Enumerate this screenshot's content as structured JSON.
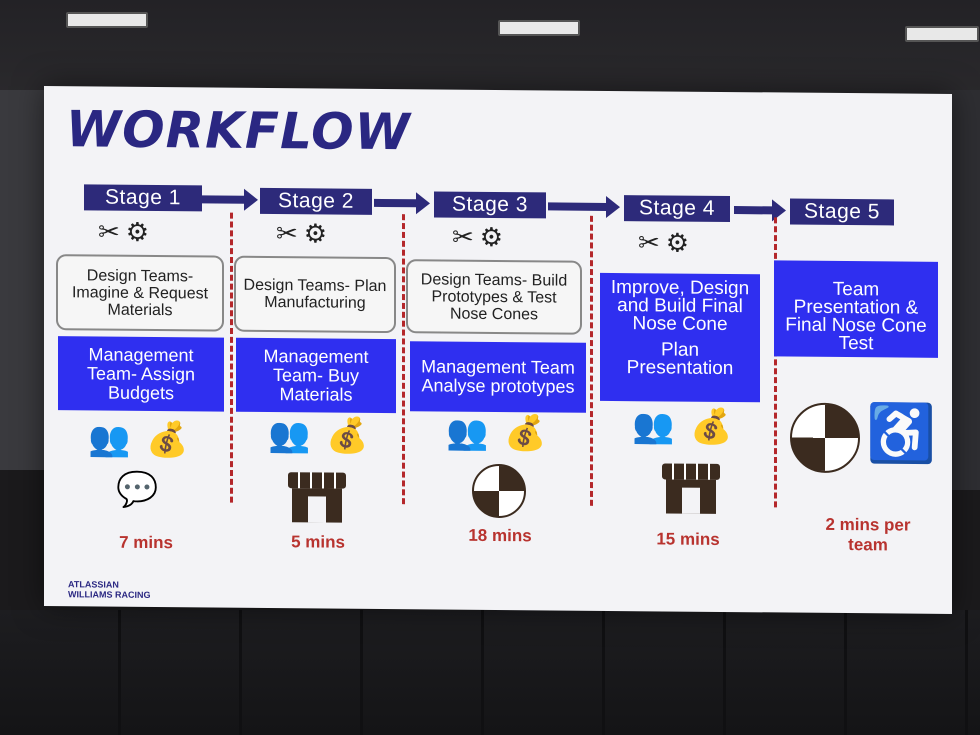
{
  "title": "WORKFLOW",
  "logo": {
    "line1": "ATLASSIAN",
    "line2": "WILLIAMS RACING"
  },
  "stages": [
    {
      "label": "Stage 1",
      "design": "Design Teams- Imagine & Request Materials",
      "mgmt": "Management Team- Assign Budgets",
      "time": "7 mins"
    },
    {
      "label": "Stage 2",
      "design": "Design Teams- Plan Manufacturing",
      "mgmt": "Management Team- Buy Materials",
      "time": "5 mins"
    },
    {
      "label": "Stage 3",
      "design": "Design Teams- Build Prototypes & Test Nose Cones",
      "mgmt": "Management Team Analyse prototypes",
      "time": "18 mins"
    },
    {
      "label": "Stage 4",
      "design": "Improve, Design and Build Final Nose Cone",
      "mgmt": "Plan Presentation",
      "time": "15 mins"
    },
    {
      "label": "Stage 5",
      "design": "Team Presentation & Final Nose Cone Test",
      "time": "2 mins per team"
    }
  ],
  "colors": {
    "navy": "#2d2a7a",
    "blue": "#2f2ff0",
    "red": "#b8332f",
    "brown": "#3b2b1f"
  },
  "icons": [
    "tools-icon",
    "engineer-icon",
    "team-icon",
    "money-hand-icon",
    "discussion-icon",
    "store-icon",
    "pie-chart-icon",
    "presenter-icon"
  ]
}
